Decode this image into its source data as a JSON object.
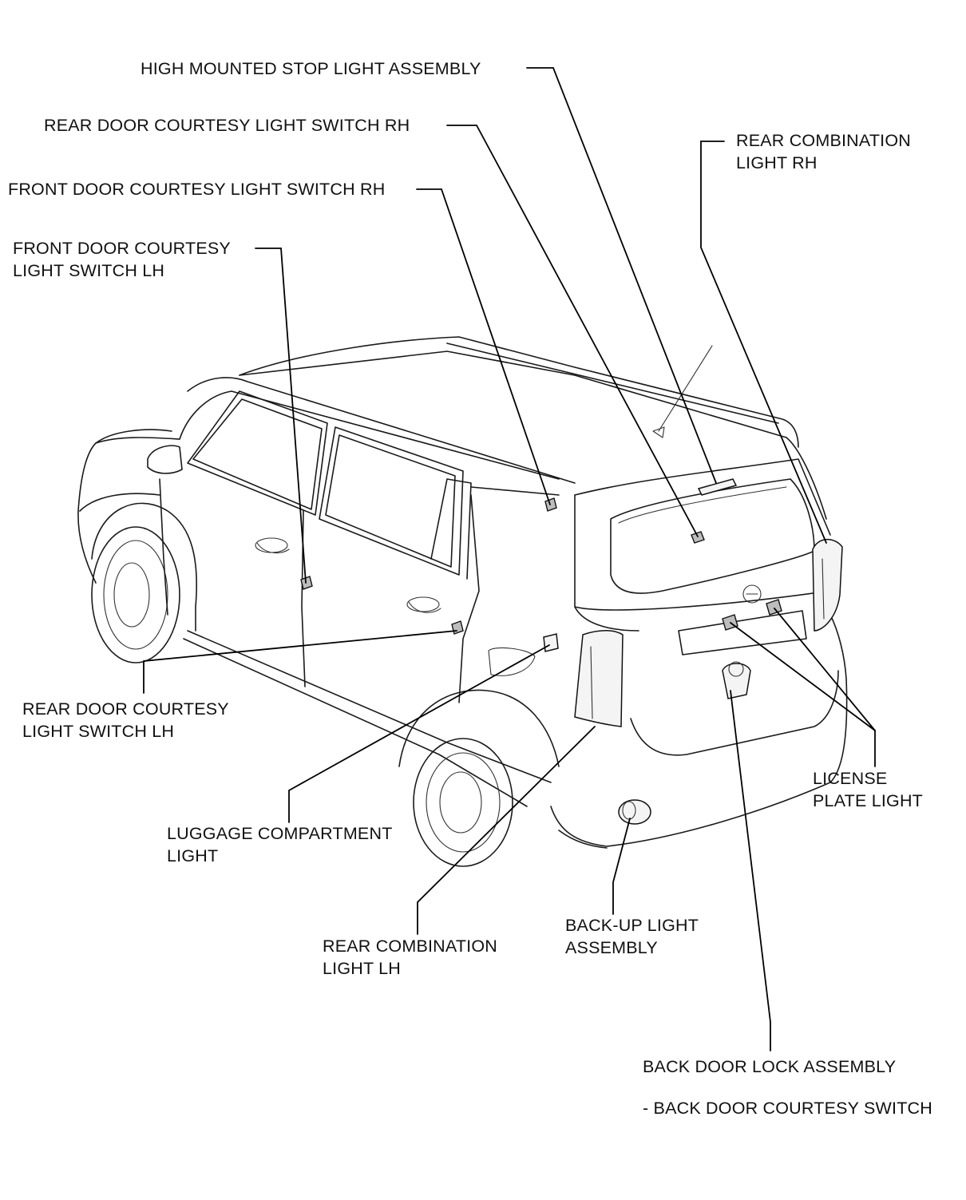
{
  "diagram": {
    "callouts": {
      "high_mounted_stop_light": [
        "HIGH MOUNTED STOP LIGHT ASSEMBLY"
      ],
      "rear_door_switch_rh": [
        "REAR DOOR COURTESY LIGHT SWITCH RH"
      ],
      "front_door_switch_rh": [
        "FRONT DOOR COURTESY LIGHT SWITCH RH"
      ],
      "front_door_switch_lh": [
        "FRONT DOOR COURTESY",
        "LIGHT SWITCH LH"
      ],
      "rear_combination_light_rh": [
        "REAR COMBINATION",
        "LIGHT RH"
      ],
      "rear_door_switch_lh": [
        "REAR DOOR COURTESY",
        "LIGHT SWITCH LH"
      ],
      "luggage_compartment_light": [
        "LUGGAGE COMPARTMENT",
        "LIGHT"
      ],
      "rear_combination_light_lh": [
        "REAR COMBINATION",
        "LIGHT LH"
      ],
      "back_up_light": [
        "BACK-UP LIGHT",
        "ASSEMBLY"
      ],
      "license_plate_light": [
        "LICENSE",
        "PLATE LIGHT"
      ],
      "back_door_lock": [
        "BACK DOOR LOCK ASSEMBLY"
      ],
      "back_door_courtesy_switch": [
        "- BACK DOOR COURTESY SWITCH"
      ]
    }
  }
}
